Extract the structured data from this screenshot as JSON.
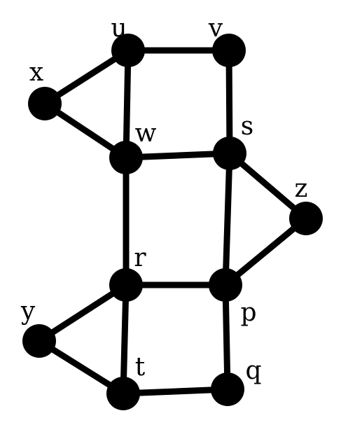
{
  "colors": {
    "node": "#000000",
    "edge": "#000000",
    "background": "#ffffff"
  },
  "nodes": [
    {
      "id": "u",
      "label": "u"
    },
    {
      "id": "v",
      "label": "v"
    },
    {
      "id": "x",
      "label": "x"
    },
    {
      "id": "w",
      "label": "w"
    },
    {
      "id": "s",
      "label": "s"
    },
    {
      "id": "z",
      "label": "z"
    },
    {
      "id": "r",
      "label": "r"
    },
    {
      "id": "p",
      "label": "p"
    },
    {
      "id": "y",
      "label": "y"
    },
    {
      "id": "t",
      "label": "t"
    },
    {
      "id": "q",
      "label": "q"
    }
  ],
  "edges": [
    [
      "u",
      "v"
    ],
    [
      "u",
      "x"
    ],
    [
      "u",
      "w"
    ],
    [
      "x",
      "w"
    ],
    [
      "v",
      "s"
    ],
    [
      "w",
      "s"
    ],
    [
      "w",
      "r"
    ],
    [
      "s",
      "z"
    ],
    [
      "s",
      "p"
    ],
    [
      "z",
      "p"
    ],
    [
      "r",
      "p"
    ],
    [
      "r",
      "y"
    ],
    [
      "r",
      "t"
    ],
    [
      "y",
      "t"
    ],
    [
      "t",
      "q"
    ],
    [
      "p",
      "q"
    ]
  ]
}
